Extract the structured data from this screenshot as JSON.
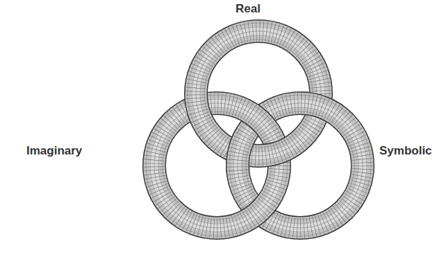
{
  "diagram": {
    "labels": [
      "Real",
      "Imaginary",
      "Symbolic"
    ]
  }
}
